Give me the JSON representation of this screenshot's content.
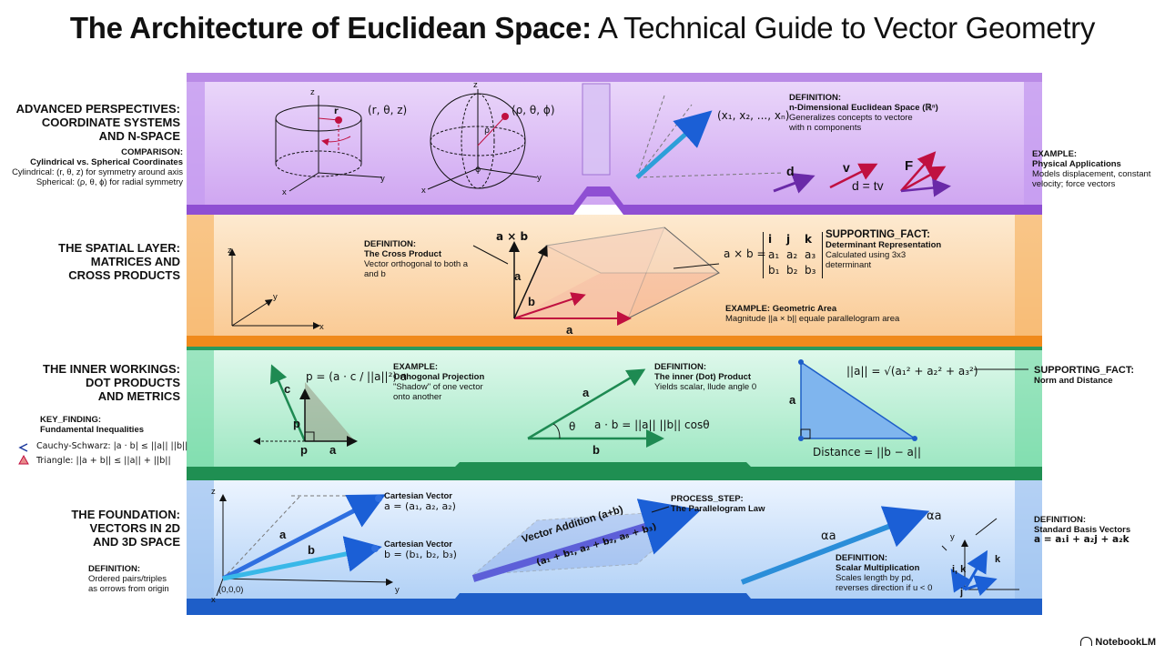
{
  "title": {
    "bold": "The Architecture of Euclidean Space:",
    "regular": " A Technical Guide to Vector Geometry"
  },
  "colors": {
    "purple": "#b77ae8",
    "orange": "#f6a84d",
    "green": "#4fcf92",
    "blue": "#3f86dd"
  },
  "layer1": {
    "title": [
      "ADVANCED PERSPECTIVES:",
      "COORDINATE SYSTEMS",
      "AND N-SPACE"
    ],
    "comparison_head": "COMPARISON:",
    "comparison_title": "Cylindrical vs. Spherical Coordinates",
    "comparison_line1": "Cylindrical: (r, θ, z) for symmetry around axis",
    "comparison_line2": "Spherical: (ρ, θ, ϕ) for radial symmetry",
    "cyl_coord": "(r, θ, z)",
    "sph_coord": "(ρ, θ, ϕ)",
    "axis_z": "z",
    "axis_x": "x",
    "axis_y": "y",
    "r": "r",
    "rho": "ρ",
    "phi": "ϕ",
    "def_head": "DEFINITION:",
    "def_title": "n-Dimensional Euclidean Space (ℝⁿ)",
    "def_text1": "Generalizes concepts to vectore",
    "def_text2": "with n components",
    "nvec": "(x₁, x₂, ..., xₙ)",
    "ex_head": "EXAMPLE:",
    "ex_title": "Physical Applications",
    "ex_text1": "Models displacement, constant",
    "ex_text2": "velocity; force vectors",
    "d": "d",
    "v": "v",
    "dtv": "d = tv",
    "F": "F"
  },
  "layer2": {
    "title": [
      "THE SPATIAL LAYER:",
      "MATRICES AND",
      "CROSS PRODUCTS"
    ],
    "def_head": "DEFINITION:",
    "def_title": "The Cross Product",
    "def_text": "Vector orthogonal to both a and b",
    "axb": "a × b",
    "a": "a",
    "b": "b",
    "axis_z": "z",
    "axis_y": "y",
    "axis_x": "x",
    "det_left": "a × b =",
    "det_rows": [
      [
        "i",
        "j",
        "k"
      ],
      [
        "a₁",
        "a₂",
        "a₃"
      ],
      [
        "b₁",
        "b₂",
        "b₃"
      ]
    ],
    "fact_head": "SUPPORTING_FACT:",
    "fact_title": "Determinant Representation",
    "fact_text1": "Calculated using 3x3",
    "fact_text2": "determinant",
    "ex_head": "EXAMPLE: Geometric Area",
    "ex_text": "Magnitude ||a × b|| equale parallelogram area"
  },
  "layer3": {
    "title": [
      "THE INNER WORKINGS:",
      "DOT PRODUCTS",
      "AND METRICS"
    ],
    "proj_formula": "p = (a · c / ||a||²) a",
    "c": "c",
    "p": "p",
    "a": "a",
    "ex_head": "EXAMPLE:",
    "ex_title": "Orthogonal Projection",
    "ex_text1": "\"Shadow\" of one vector",
    "ex_text2": "onto another",
    "key_head": "KEY_FINDING:",
    "key_title": "Fundamental Inequalities",
    "cauchy": "Cauchy-Schwarz: |a · b| ≤ ||a|| ||b||",
    "triangle": "Triangle: ||a + b|| ≤ ||a|| + ||b||",
    "def_head": "DEFINITION:",
    "def_title": "The inner (Dot) Product",
    "def_text": "Yields scalar, llude angle 0",
    "theta": "θ",
    "dot_formula": "a · b = ||a|| ||b|| cosθ",
    "b": "b",
    "norm_formula": "||a|| = √(a₁² + a₂² + a₃²)",
    "distance": "Distance = ||b − a||",
    "fact_head": "SUPPORTING_FACT:",
    "fact_title": "Norm and Distance"
  },
  "layer4": {
    "title": [
      "THE FOUNDATION:",
      "VECTORS IN 2D",
      "AND 3D SPACE"
    ],
    "def_head": "DEFINITION:",
    "def_text1": "Ordered pairs/triples",
    "def_text2": "as orrows from origin",
    "origin": "(0,0,0)",
    "axis_z": "z",
    "axis_x": "x",
    "axis_y": "y",
    "a": "a",
    "b": "b",
    "cart_a_head": "Cartesian Vector",
    "cart_a": "a = (a₁, a₂, a₂)",
    "cart_b_head": "Cartesian Vector",
    "cart_b": "b = (b₁, b₂, b₃)",
    "add_label": "Vector Addition (a+b)",
    "add_sub": "(a₁ + b₁, a₂ + b₂, a₈ + b₃)",
    "proc_head": "PROCESS_STEP:",
    "proc_title": "The Parallelogram Law",
    "alpha_a1": "αa",
    "alpha_a2": "αa",
    "scal_head": "DEFINITION:",
    "scal_title": "Scalar Multiplication",
    "scal_text1": "Scales length by pd,",
    "scal_text2": "reverses direction if u < 0",
    "basis_head": "DEFINITION:",
    "basis_title": "Standard Basis Vectors",
    "basis_text": "a = a₁i + a₂j + a₂k",
    "ik": "i, k",
    "k": "k",
    "j": "j",
    "y": "y"
  },
  "footer": {
    "logo": "NotebookLM"
  }
}
